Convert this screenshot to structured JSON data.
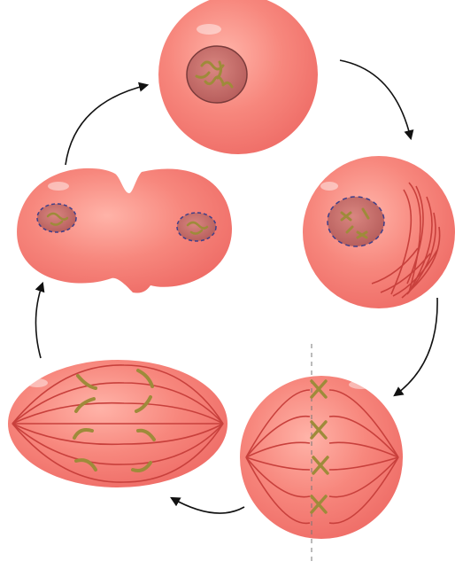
{
  "diagram": {
    "stages": [
      {
        "id": "interphase"
      },
      {
        "id": "prophase"
      },
      {
        "id": "metaphase"
      },
      {
        "id": "anaphase"
      },
      {
        "id": "telophase-cytokinesis"
      }
    ],
    "colors": {
      "cell_fill": "#f47a72",
      "cell_light": "#ffb3a8",
      "cell_edge": "#ee6a66",
      "nucleus_fill": "#c86a68",
      "nucleus_edge": "#7a3b3b",
      "envelope": "#3d3f8a",
      "chromosome": "#9e8b3a",
      "spindle": "#c8403c",
      "arrow": "#111111",
      "equator": "#777777"
    },
    "icons": [
      "cycle-arrow-icon"
    ]
  }
}
